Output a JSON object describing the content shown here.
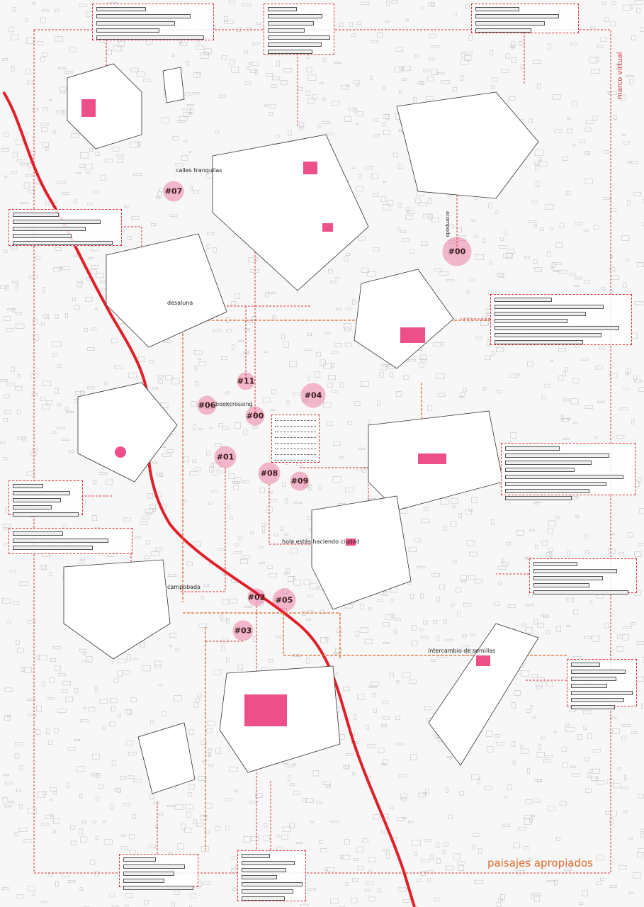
{
  "poster": {
    "title": "paisajes apropiados",
    "frame_label": "marco virtual",
    "accent_color": "#e0303a",
    "title_color": "#e06a2a"
  },
  "labels": {
    "calles_tranquilas": "calles tranquilas",
    "bookcrossing": "bookcrossing",
    "desaluna": "desaluna",
    "hola": "hola estás haciendo ciudad",
    "campobada": "campobada",
    "intercambio": "intercambio de semillas",
    "acampada": "acampada"
  },
  "nodes": [
    {
      "id": "#07"
    },
    {
      "id": "#00"
    },
    {
      "id": "#11"
    },
    {
      "id": "#06"
    },
    {
      "id": "#00"
    },
    {
      "id": "#04"
    },
    {
      "id": "#01"
    },
    {
      "id": "#08"
    },
    {
      "id": "#09"
    },
    {
      "id": "#02"
    },
    {
      "id": "#05"
    },
    {
      "id": "#03"
    }
  ]
}
